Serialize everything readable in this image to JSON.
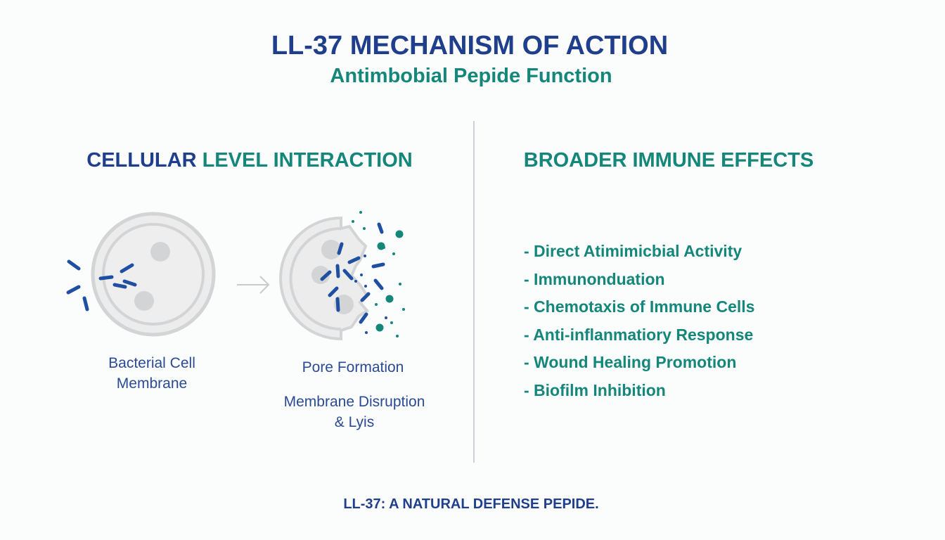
{
  "header": {
    "title": "LL-37 MECHANISM OF ACTION",
    "subtitle": "Antimbobial Pepide Function"
  },
  "left_section": {
    "heading_part1": "CELLULAR",
    "heading_part2": "LEVEL INTERACTION",
    "cell_label_line1": "Bacterial Cell",
    "cell_label_line2": "Membrane",
    "pore_label": "Pore Formation",
    "disruption_label_line1": "Membrane Disruption",
    "disruption_label_line2": "& Lyis"
  },
  "right_section": {
    "heading": "BROADER IMMUNE EFFECTS",
    "items": [
      "- Direct Atimimicbial Activity",
      "- Immunonduation",
      "- Chemotaxis of Immune Cells",
      "- Anti-inflanmatiory Response",
      "- Wound Healing Promotion",
      "- Biofilm Inhibition"
    ]
  },
  "footer": "LL-37: A NATURAL DEFENSE PEPIDE.",
  "colors": {
    "navy": "#1f3f8c",
    "teal": "#14877a",
    "peptide": "#1f4fa0",
    "cell": "#e9eaeb"
  }
}
